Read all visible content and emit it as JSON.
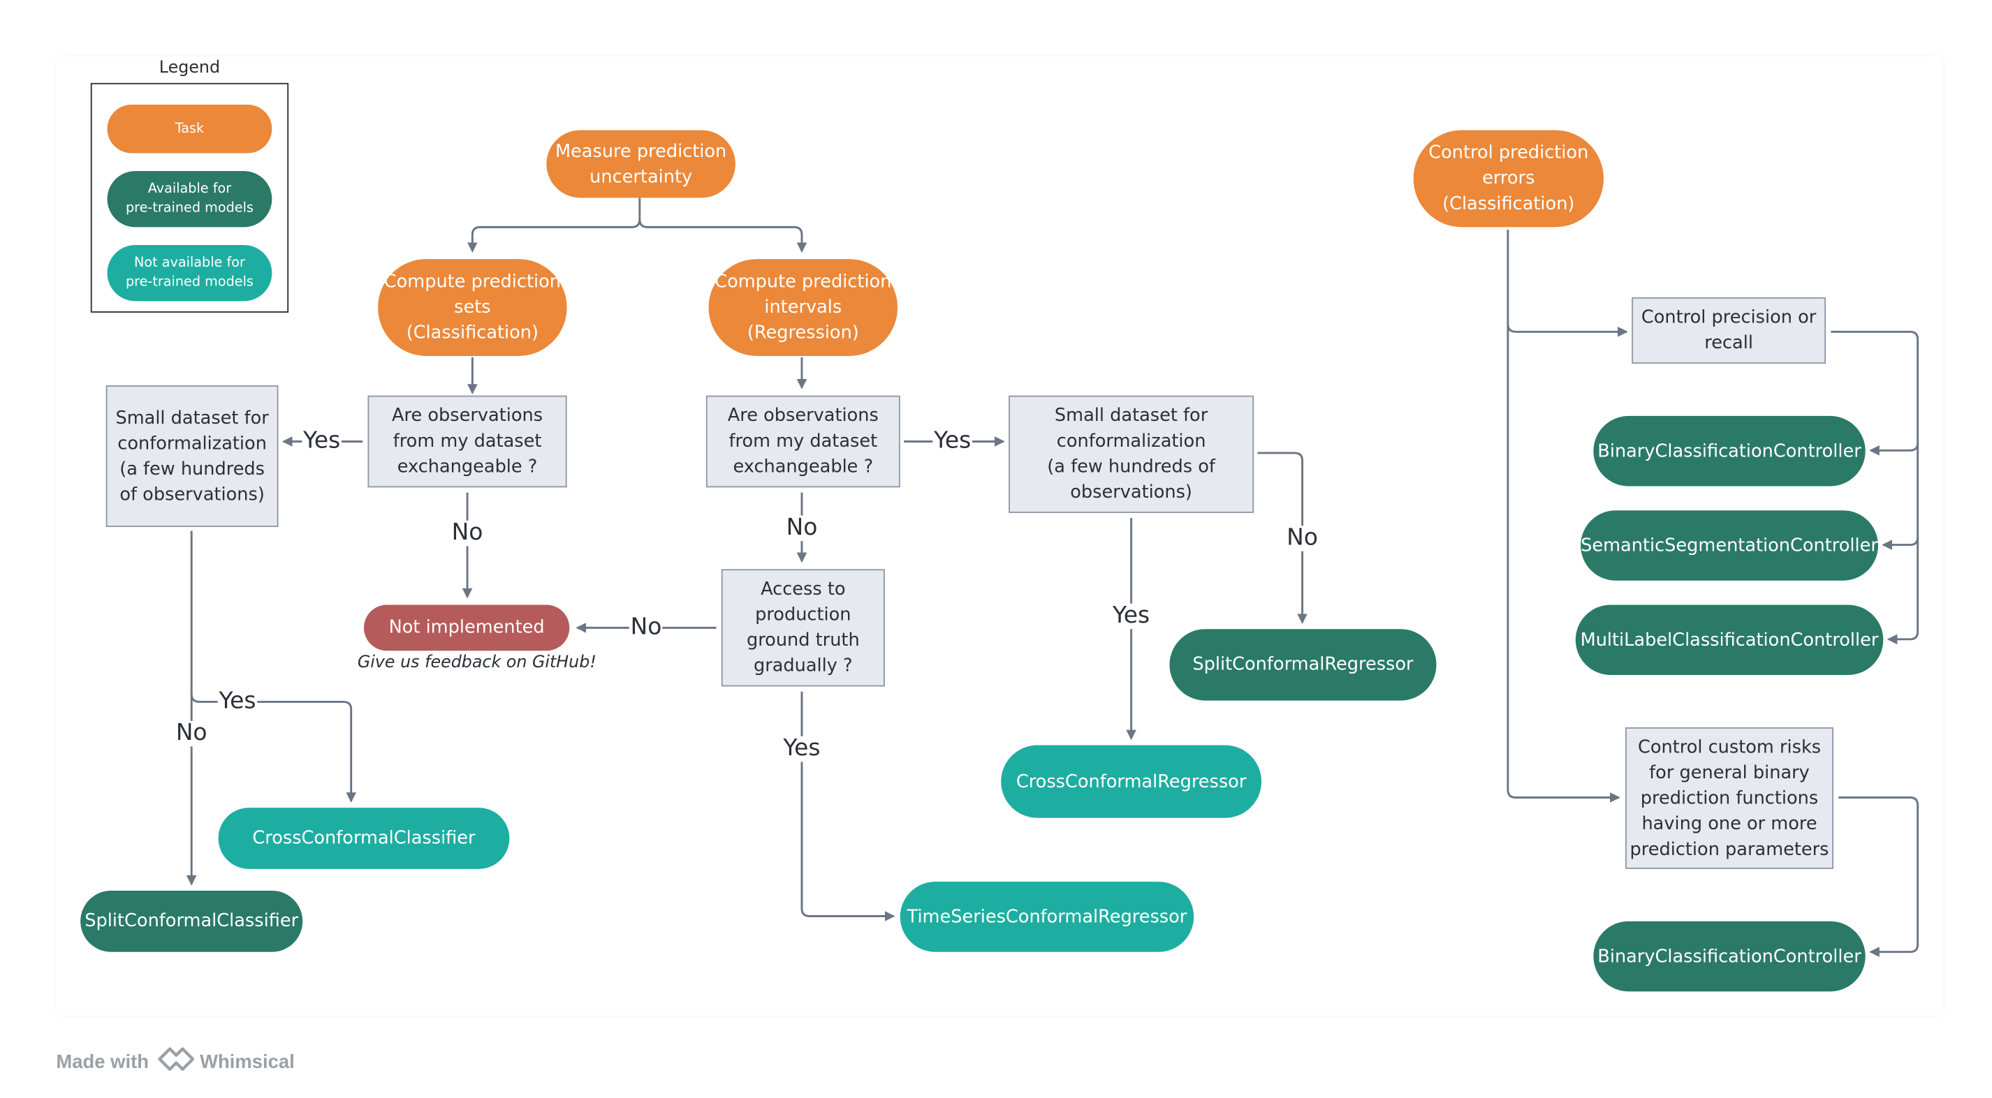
{
  "legend": {
    "title": "Legend",
    "task": "Task",
    "available": "Available for\npre-trained models",
    "not_available": "Not available for\npre-trained models"
  },
  "nodes": {
    "measure": "Measure prediction\nuncertainty",
    "compute_sets": "Compute prediction\nsets\n(Classification)",
    "compute_intervals": "Compute prediction\nintervals\n(Regression)",
    "control_errors": "Control prediction\nerrors\n(Classification)",
    "exch_left": "Are observations\nfrom my dataset\nexchangeable ?",
    "exch_mid": "Are observations\nfrom my dataset\nexchangeable ?",
    "small_left": "Small dataset for\nconformalization\n(a few hundreds\nof observations)",
    "small_right": "Small dataset for\nconformalization\n(a few hundreds of\nobservations)",
    "access": "Access to\nproduction\nground truth\ngradually ?",
    "not_implemented": "Not implemented",
    "feedback": "Give us feedback on GitHub!",
    "control_pr": "Control precision or\nrecall",
    "control_custom": "Control custom risks\nfor general binary\nprediction functions\nhaving one or more\nprediction parameters",
    "bcc1": "BinaryClassificationController",
    "ssc": "SemanticSegmentationController",
    "mlcc": "MultiLabelClassificationController",
    "bcc2": "BinaryClassificationController",
    "split_reg": "SplitConformalRegressor",
    "cross_reg": "CrossConformalRegressor",
    "ts_reg": "TimeSeriesConformalRegressor",
    "cross_clf": "CrossConformalClassifier",
    "split_clf": "SplitConformalClassifier"
  },
  "edge_labels": {
    "yes_left": "Yes",
    "no_left": "No",
    "no_mid": "No",
    "no_access": "No",
    "yes_mid": "Yes",
    "no_small_right": "No",
    "yes_small_right": "Yes",
    "yes_access": "Yes",
    "yes_small_left": "Yes",
    "no_small_left": "No"
  },
  "footer": {
    "made_with": "Made with",
    "brand": "Whimsical"
  },
  "colors": {
    "task": "#eb8839",
    "available": "#2a7a67",
    "not_available": "#1eaea1",
    "not_implemented": "#b55b5b",
    "box": "#e6e9ef",
    "edge": "#6b7585"
  }
}
